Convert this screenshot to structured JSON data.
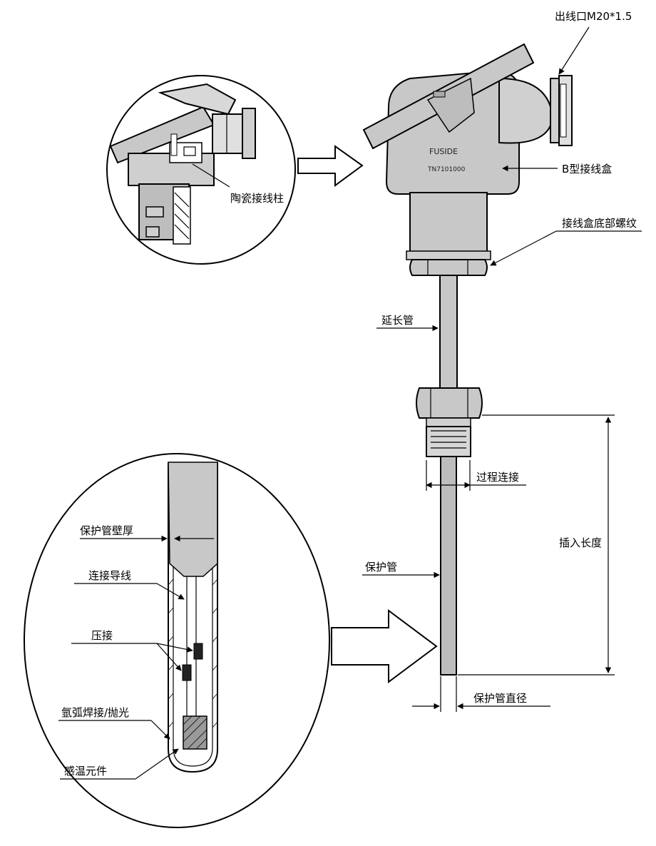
{
  "labels": {
    "outlet": "出线口M20*1.5",
    "ceramic_terminal": "陶瓷接线柱",
    "box_type": "B型接线盒",
    "box_bottom_thread": "接线盒底部螺纹",
    "extension_tube": "延长管",
    "process_connection": "过程连接",
    "insertion_length": "插入长度",
    "protection_tube": "保护管",
    "protection_tube_diameter": "保护管直径",
    "wall_thickness": "保护管壁厚",
    "lead_wire": "连接导线",
    "crimp": "压接",
    "argon_weld": "氩弧焊接/抛光",
    "sensing_element": "感温元件"
  },
  "brand": "FUSIDE",
  "model": "TN7101000",
  "colors": {
    "body_gray": "#c8c8c8",
    "dark_gray": "#8f8f8f",
    "light_gray": "#e4e4e4",
    "outline": "#000000"
  }
}
